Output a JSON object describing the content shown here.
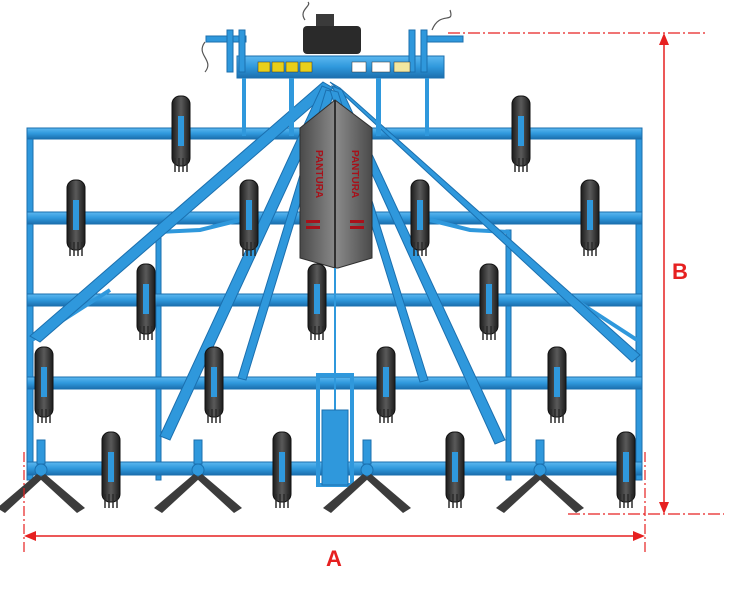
{
  "colors": {
    "frame_blue": "#2f98dc",
    "frame_dark": "#1b6fae",
    "wheel_dark": "#2a2a2a",
    "wheel_mid": "#4d4d4d",
    "shield_gray": "#6b6b6b",
    "brand_red": "#a8111a",
    "dimension_red": "#e62020",
    "tine_gray": "#3c3c3c"
  },
  "dimensions": {
    "width_label": "A",
    "height_label": "B"
  },
  "brand": {
    "left_mark": "PANTURA",
    "right_mark": "PANTURA"
  },
  "decals": [
    "warning-decal",
    "warning-decal",
    "warning-decal",
    "warning-decal",
    "info-decal",
    "info-decal",
    "info-decal"
  ]
}
